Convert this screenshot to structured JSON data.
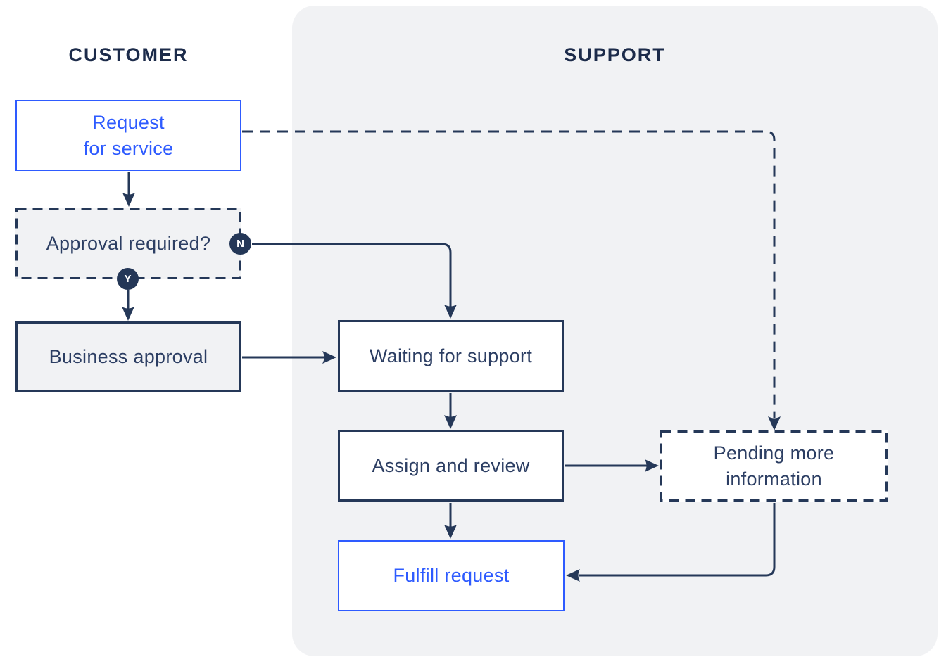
{
  "diagram": {
    "lanes": {
      "customer": {
        "title": "CUSTOMER"
      },
      "support": {
        "title": "SUPPORT"
      }
    },
    "nodes": {
      "request": {
        "label": "Request\nfor service",
        "type": "customer-action"
      },
      "approval": {
        "label": "Approval required?",
        "type": "decision"
      },
      "business": {
        "label": "Business approval",
        "type": "customer-step"
      },
      "waiting": {
        "label": "Waiting for support",
        "type": "support-step"
      },
      "assign": {
        "label": "Assign and review",
        "type": "support-step"
      },
      "pending": {
        "label": "Pending more\ninformation",
        "type": "support-wait"
      },
      "fulfill": {
        "label": "Fulfill request",
        "type": "support-action"
      }
    },
    "badges": {
      "no": {
        "label": "N"
      },
      "yes": {
        "label": "Y"
      }
    },
    "colors": {
      "accent_blue": "#2e5bff",
      "navy": "#253858",
      "badge_navy": "#243757",
      "lane_background": "#f1f2f4",
      "canvas_background": "#ffffff"
    }
  }
}
